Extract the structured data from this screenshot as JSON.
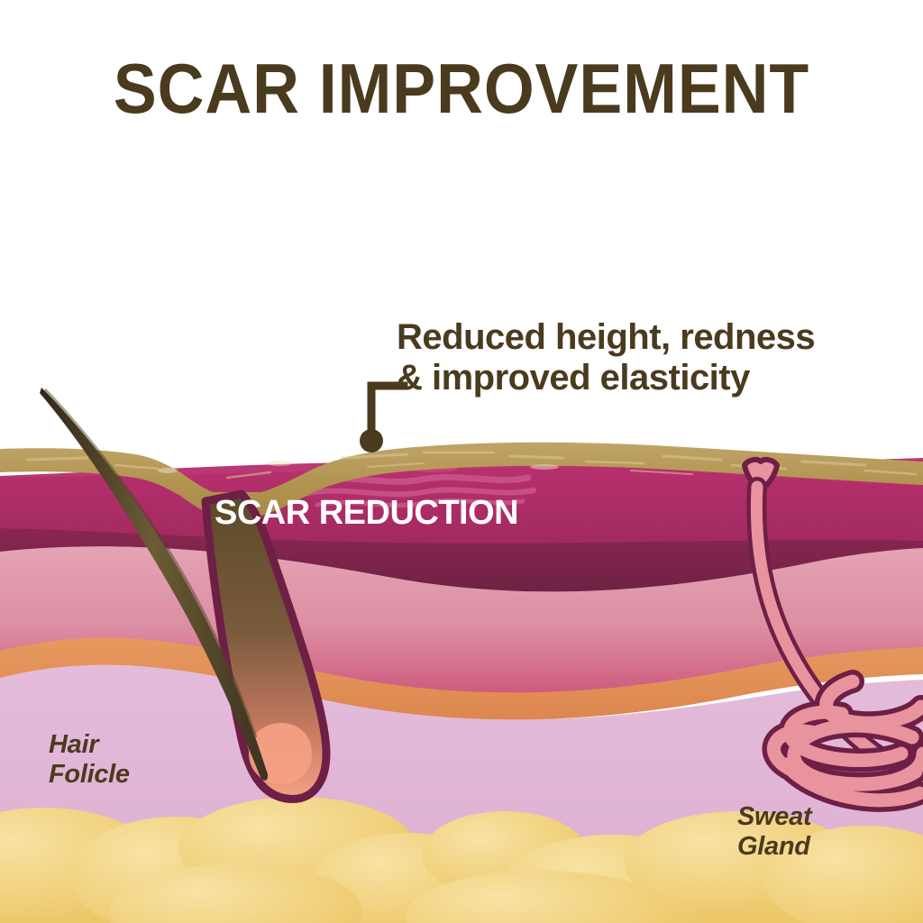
{
  "page": {
    "title": "SCAR IMPROVEMENT",
    "background_color": "#ffffff"
  },
  "callout": {
    "line1": "Reduced height, redness",
    "line2": "& improved elasticity",
    "leader_dot_color": "#4a3a1e"
  },
  "diagram": {
    "banner_label": "SCAR REDUCTION",
    "labels": {
      "hair_follicle": {
        "line1": "Hair",
        "line2": "Folicle"
      },
      "sweat_gland": {
        "line1": "Sweat",
        "line2": "Gland"
      }
    },
    "layers": [
      {
        "name": "epidermis",
        "color": "#b79a5e"
      },
      {
        "name": "papillary-dermis",
        "color": "#a92a64"
      },
      {
        "name": "deep-dermis",
        "color": "#7a2548"
      },
      {
        "name": "reticular-dermis",
        "color": "#e09cb0"
      },
      {
        "name": "vascular-band",
        "color": "#e39158"
      },
      {
        "name": "hypodermis",
        "color": "#e2b4d6"
      },
      {
        "name": "subcutaneous-fat",
        "color": "#f2d47a"
      }
    ],
    "colors": {
      "text_brown": "#4a3a1e",
      "scar_line": "#c44a7c",
      "hair_shaft_dark": "#3a3020",
      "follicle_outline": "#6e1f45",
      "follicle_bulb": "#f29878",
      "gland_tube_fill": "#e9939f",
      "gland_tube_outline": "#6e1f45",
      "banner_text": "#ffffff"
    }
  }
}
